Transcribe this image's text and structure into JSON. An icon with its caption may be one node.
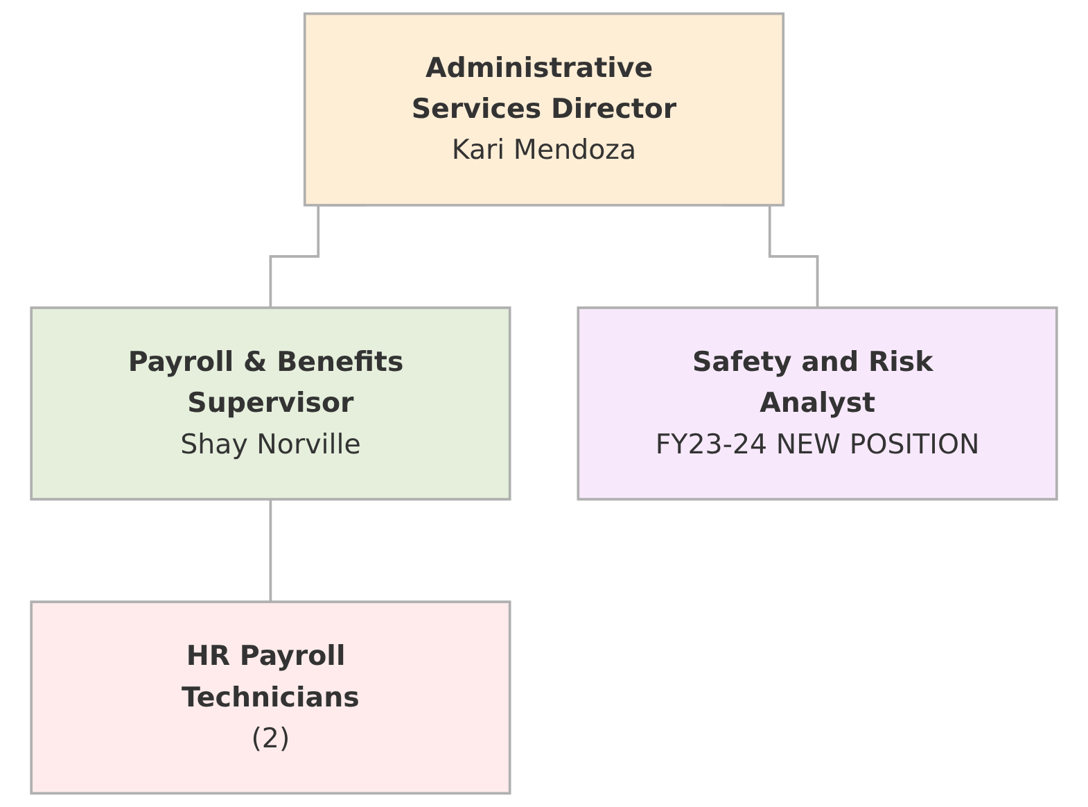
{
  "diagram": {
    "nodes": [
      {
        "text": [
          "Administrative Services Director",
          "Kari Mendoza"
        ]
      },
      {
        "text": [
          "Payroll & Benefits Supervisor",
          "Shay Norville"
        ]
      },
      {
        "text": [
          "Safety and Risk Analyst",
          "FY23-24 NEW POSITION"
        ]
      },
      {
        "text": [
          "HR Payroll Technicians",
          "(2)"
        ]
      }
    ],
    "edges": [
      {
        "from": 0,
        "to": 1,
        "arrow": "none"
      },
      {
        "from": 0,
        "to": 2,
        "arrow": "none"
      },
      {
        "from": 1,
        "to": 3,
        "arrow": "none"
      }
    ]
  }
}
